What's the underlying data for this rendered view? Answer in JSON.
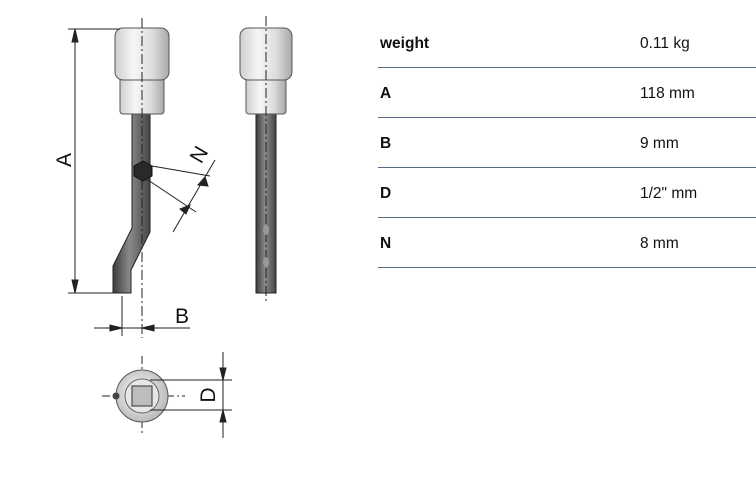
{
  "drawing": {
    "labels": {
      "a": "A",
      "b": "B",
      "d": "D",
      "n": "N"
    }
  },
  "specs": [
    {
      "key": "weight",
      "value": "0.11 kg"
    },
    {
      "key": "A",
      "value": "118 mm"
    },
    {
      "key": "B",
      "value": "9 mm"
    },
    {
      "key": "D",
      "value": "1/2\" mm"
    },
    {
      "key": "N",
      "value": "8 mm"
    }
  ]
}
